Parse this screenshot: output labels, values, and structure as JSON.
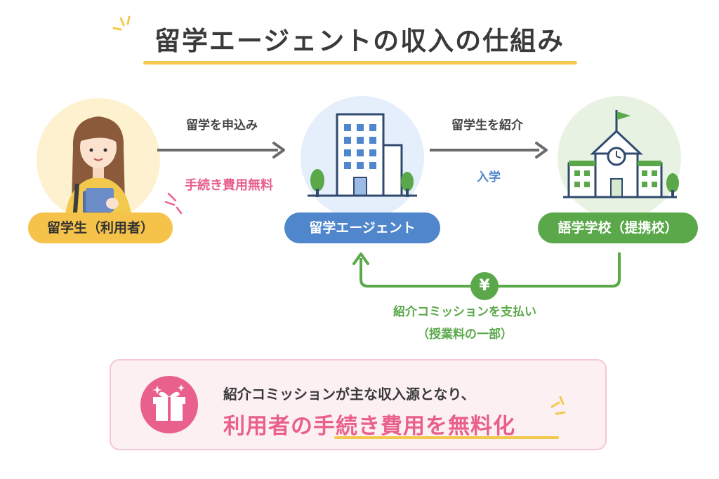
{
  "title": "留学エージェントの収入の仕組み",
  "nodes": {
    "student": "留学生（利用者）",
    "agent": "留学エージェント",
    "school": "語学学校（提携校）"
  },
  "flows": {
    "apply": "留学を申込み",
    "free_fee": "手続き費用無料",
    "introduce": "留学生を紹介",
    "enroll": "入学",
    "yen": "¥",
    "commission": "紹介コミッションを支払い",
    "tuition_part": "（授業料の一部）"
  },
  "summary": {
    "line1": "紹介コミッションが主な収入源となり、",
    "line2": "利用者の手続き費用を無料化"
  },
  "colors": {
    "yellow": "#f5c34a",
    "blue": "#4f86cc",
    "green": "#5aa84a",
    "pink": "#e8608b"
  }
}
